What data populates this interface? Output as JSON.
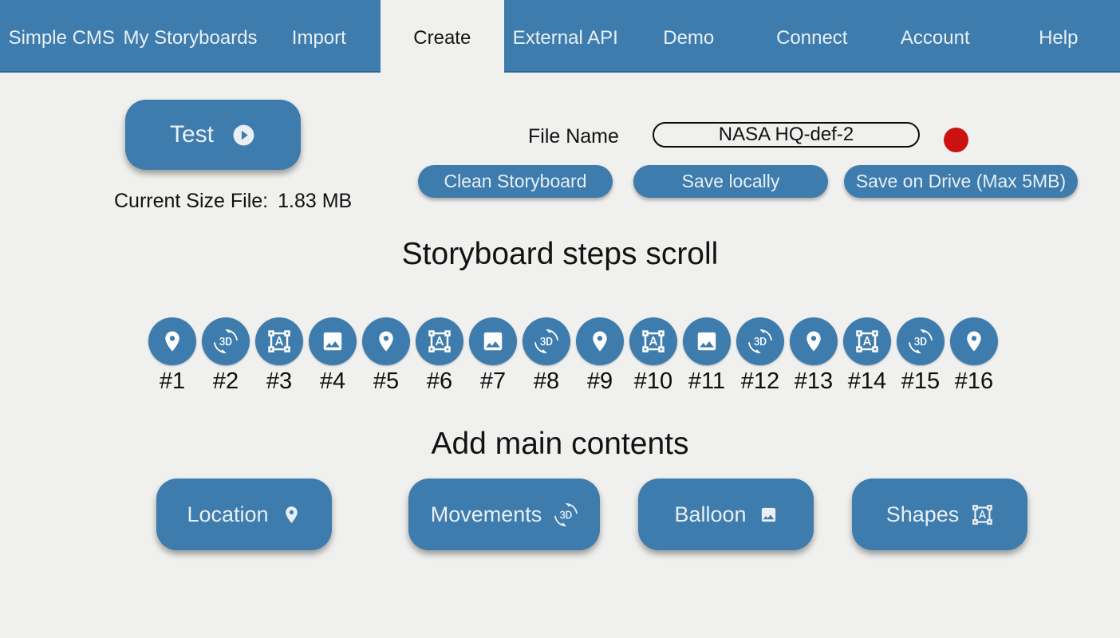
{
  "nav": {
    "items": [
      {
        "label": "Simple CMS",
        "active": false
      },
      {
        "label": "My Storyboards",
        "active": false
      },
      {
        "label": "Import",
        "active": false
      },
      {
        "label": "Create",
        "active": true
      },
      {
        "label": "External API",
        "active": false
      },
      {
        "label": "Demo",
        "active": false
      },
      {
        "label": "Connect",
        "active": false
      },
      {
        "label": "Account",
        "active": false
      },
      {
        "label": "Help",
        "active": false
      }
    ]
  },
  "toolbar": {
    "test_button": {
      "label": "Test",
      "icon": "play-circle-icon"
    },
    "current_size": {
      "label": "Current Size File:",
      "value": "1.83 MB"
    },
    "file_name": {
      "label": "File Name",
      "value": "NASA HQ-def-2"
    },
    "status_dot": {
      "color": "#cc1111"
    },
    "actions": [
      {
        "label": "Clean Storyboard"
      },
      {
        "label": "Save locally"
      },
      {
        "label": "Save on Drive (Max 5MB)"
      }
    ]
  },
  "steps": {
    "title": "Storyboard steps scroll",
    "items": [
      {
        "label": "#1",
        "icon": "location-icon"
      },
      {
        "label": "#2",
        "icon": "rotation-3d-icon"
      },
      {
        "label": "#3",
        "icon": "shapes-icon"
      },
      {
        "label": "#4",
        "icon": "image-icon"
      },
      {
        "label": "#5",
        "icon": "location-icon"
      },
      {
        "label": "#6",
        "icon": "shapes-icon"
      },
      {
        "label": "#7",
        "icon": "image-icon"
      },
      {
        "label": "#8",
        "icon": "rotation-3d-icon"
      },
      {
        "label": "#9",
        "icon": "location-icon"
      },
      {
        "label": "#10",
        "icon": "shapes-icon"
      },
      {
        "label": "#11",
        "icon": "image-icon"
      },
      {
        "label": "#12",
        "icon": "rotation-3d-icon"
      },
      {
        "label": "#13",
        "icon": "location-icon"
      },
      {
        "label": "#14",
        "icon": "shapes-icon"
      },
      {
        "label": "#15",
        "icon": "rotation-3d-icon"
      },
      {
        "label": "#16",
        "icon": "location-icon"
      }
    ]
  },
  "contents": {
    "title": "Add main contents",
    "buttons": [
      {
        "label": "Location",
        "icon": "location-icon"
      },
      {
        "label": "Movements",
        "icon": "rotation-3d-icon"
      },
      {
        "label": "Balloon",
        "icon": "image-icon"
      },
      {
        "label": "Shapes",
        "icon": "shapes-icon"
      }
    ]
  },
  "colors": {
    "primary_blue": "#3d7cad",
    "page_background": "#f0f0ee",
    "status_red": "#cc1111"
  }
}
